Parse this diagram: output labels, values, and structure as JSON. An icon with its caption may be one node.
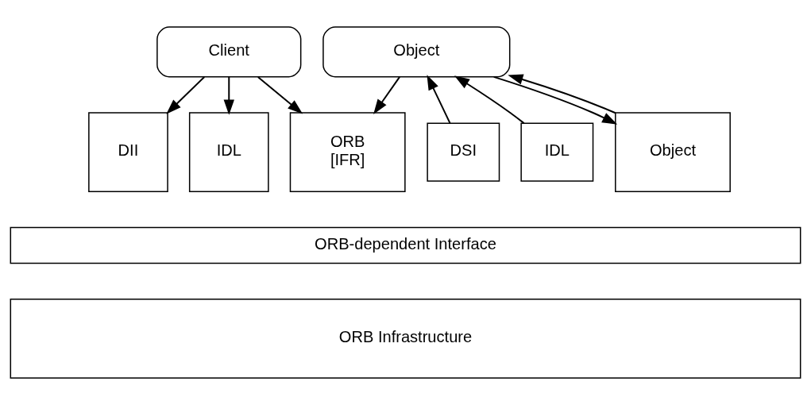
{
  "diagram": {
    "nodes": [
      {
        "text": [
          "Client"
        ]
      },
      {
        "text": [
          "Object"
        ]
      },
      {
        "text": [
          "DII"
        ]
      },
      {
        "text": [
          "IDL"
        ]
      },
      {
        "text": [
          "ORB",
          "[IFR]"
        ]
      },
      {
        "text": [
          "DSI"
        ]
      },
      {
        "text": [
          "IDL"
        ]
      },
      {
        "text": [
          "Object"
        ]
      },
      {
        "text": [
          "ORB-dependent Interface"
        ]
      },
      {
        "text": [
          "ORB Infrastructure"
        ]
      }
    ],
    "edges": [
      {
        "from": 0,
        "to": 2,
        "arrow": "to"
      },
      {
        "from": 0,
        "to": 3,
        "arrow": "to"
      },
      {
        "from": 0,
        "to": 4,
        "arrow": "to"
      },
      {
        "from": 1,
        "to": 4,
        "arrow": "to"
      },
      {
        "from": 5,
        "to": 1,
        "arrow": "to"
      },
      {
        "from": 6,
        "to": 1,
        "arrow": "to"
      },
      {
        "from": 1,
        "to": 7,
        "arrow": "to"
      },
      {
        "from": 7,
        "to": 1,
        "arrow": "to"
      }
    ]
  }
}
